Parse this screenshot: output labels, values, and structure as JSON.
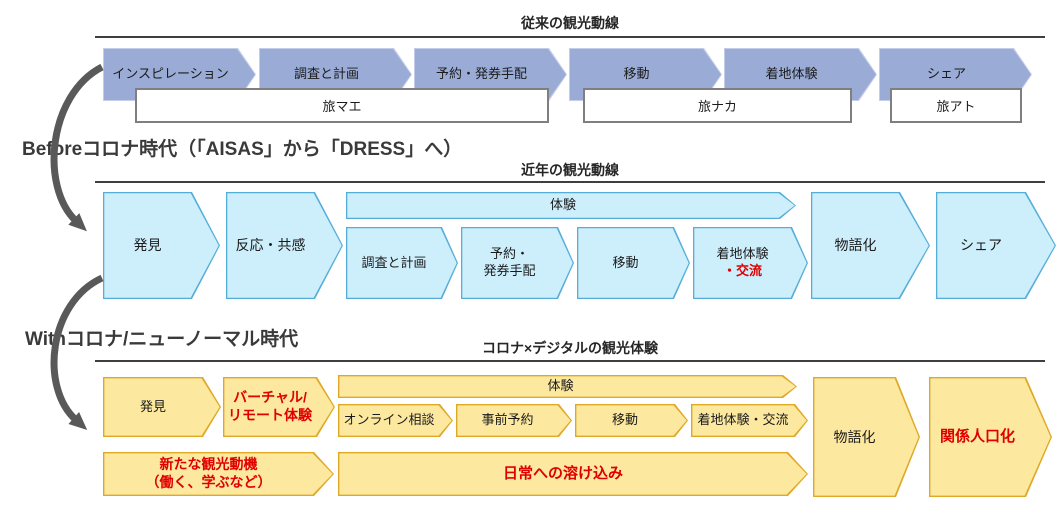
{
  "colors": {
    "traditional_fill": "#9aabd6",
    "recent_fill": "#cdeefb",
    "recent_border": "#55add9",
    "corona_fill": "#fce89f",
    "corona_border": "#dfa826",
    "highlight_red": "#e00000",
    "curve_arrow_gray": "#595959",
    "rule_dark": "#3f3f3f"
  },
  "traditional": {
    "title": "従来の観光動線",
    "steps": [
      "インスピレーション",
      "調査と計画",
      "予約・発券手配",
      "移動",
      "着地体験",
      "シェア"
    ],
    "phase_pre": "旅マエ",
    "phase_during": "旅ナカ",
    "phase_post": "旅アト"
  },
  "recent": {
    "era_label": "Beforeコロナ時代（「AISAS」から「DRESS」へ）",
    "title": "近年の観光動線",
    "discovery": "発見",
    "reaction": "反応・共感",
    "experience_banner": "体験",
    "research": "調査と計画",
    "booking_line1": "予約・",
    "booking_line2": "発券手配",
    "move": "移動",
    "arrival_line1": "着地体験",
    "arrival_line2": "・交流",
    "storytelling": "物語化",
    "share": "シェア"
  },
  "corona": {
    "era_label": "Withコロナ/ニューノーマル時代",
    "title": "コロナ×デジタルの観光体験",
    "discovery": "発見",
    "virtual_line1": "バーチャル/",
    "virtual_line2": "リモート体験",
    "experience_banner": "体験",
    "online_consult": "オンライン相談",
    "advance_booking": "事前予約",
    "move": "移動",
    "arrival": "着地体験・交流",
    "storytelling": "物語化",
    "related_population": "関係人口化",
    "new_motive_line1": "新たな観光動機",
    "new_motive_line2": "（働く、学ぶなど）",
    "daily_blend": "日常への溶け込み"
  }
}
